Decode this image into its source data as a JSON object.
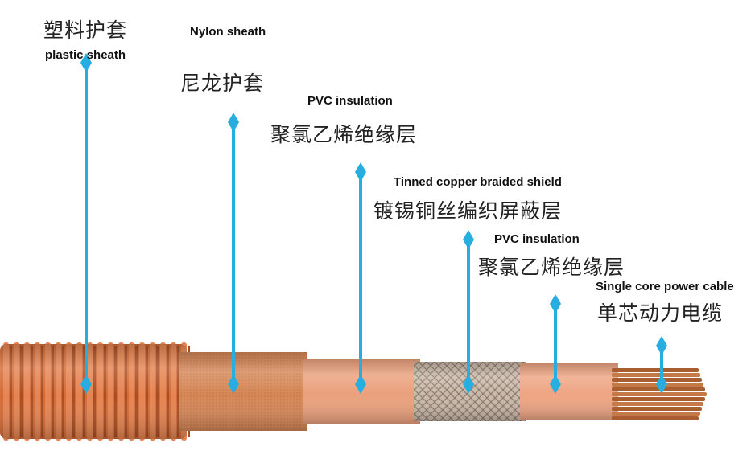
{
  "layers": [
    {
      "id": "plastic-sheath",
      "en": "plastic sheath",
      "zh": "塑料护套"
    },
    {
      "id": "nylon-sheath",
      "en": "Nylon sheath",
      "zh": "尼龙护套"
    },
    {
      "id": "pvc-insulation-outer",
      "en": "PVC insulation",
      "zh": "聚氯乙烯绝缘层"
    },
    {
      "id": "tinned-copper-braided-shield",
      "en": "Tinned copper braided shield",
      "zh": "镀锡铜丝编织屏蔽层"
    },
    {
      "id": "pvc-insulation-inner",
      "en": "PVC insulation",
      "zh": "聚氯乙烯绝缘层"
    },
    {
      "id": "single-core-power-cable",
      "en": "Single core power cable",
      "zh": "单芯动力电缆"
    }
  ],
  "colors": {
    "pointer": "#27aee0",
    "corrugated": "#d8703f",
    "nylon": "#d98a5c",
    "pvc": "#eea27f",
    "braid": "#c7b7a8",
    "copper": "#b86a3a"
  }
}
